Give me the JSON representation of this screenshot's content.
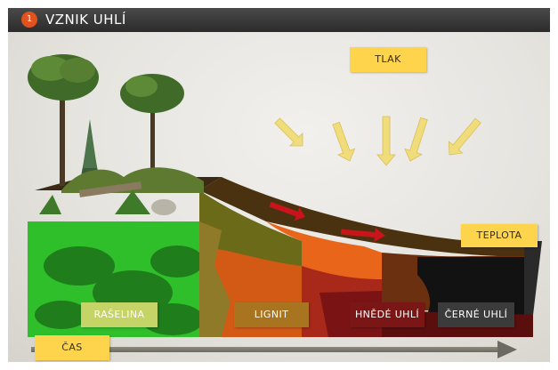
{
  "header": {
    "number": "1",
    "title": "VZNIK UHLÍ"
  },
  "labels": {
    "pressure": "TLAK",
    "temperature": "TEPLOTA",
    "time": "ČAS"
  },
  "stages": [
    {
      "label": "RAŠELINA",
      "bg": "#c5d466",
      "fg": "#ffffff"
    },
    {
      "label": "LIGNIT",
      "bg": "#a8741f",
      "fg": "#ffffff"
    },
    {
      "label": "HNĚDÉ UHLÍ",
      "bg": "#7a1616",
      "fg": "#ffffff"
    },
    {
      "label": "ČERNÉ UHLÍ",
      "bg": "#3b3b3b",
      "fg": "#ffffff"
    }
  ],
  "colors": {
    "label_yellow": "#fdd44b",
    "pressure_arrows": "#f0dc7a",
    "heat_arrows": "#c8141a",
    "accent": "#e0521e"
  }
}
